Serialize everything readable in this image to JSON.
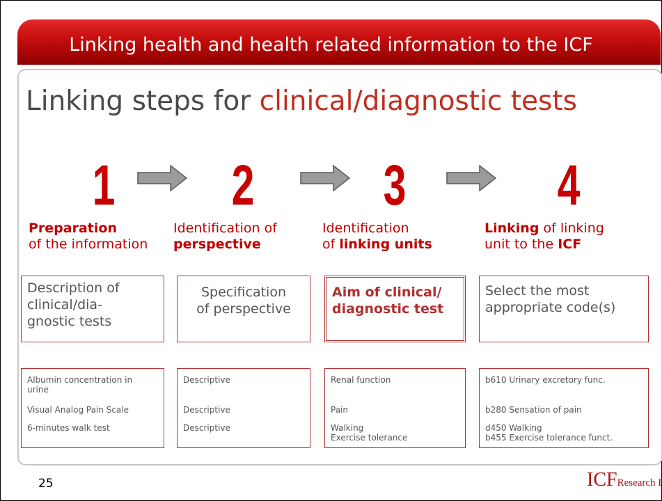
{
  "banner": {
    "title": "Linking health and health related information to the ICF"
  },
  "heading": {
    "prefix": "Linking steps for ",
    "accent": "clinical/diagnostic tests"
  },
  "steps": [
    {
      "number": "1",
      "line1_bold": "Preparation",
      "line2": "of the information"
    },
    {
      "number": "2",
      "line1": "Identification of",
      "line2_bold": "perspective"
    },
    {
      "number": "3",
      "line1": "Identification",
      "line2_pre": "of ",
      "line2_bold": "linking units"
    },
    {
      "number": "4",
      "line1_bold": "Linking",
      "line1_rest": " of linking",
      "line2_pre": "unit to the ",
      "line2_bold": "ICF"
    }
  ],
  "boxes": [
    {
      "lines": [
        "Description of",
        "clinical/dia-",
        "gnostic tests"
      ]
    },
    {
      "lines": [
        "Specification",
        "of perspective"
      ]
    },
    {
      "lines": [
        "Aim of clinical/",
        "diagnostic test"
      ]
    },
    {
      "lines": [
        "Select the most",
        "appropriate code(s)"
      ]
    }
  ],
  "examples": {
    "col1": [
      "Albumin concentration in",
      "urine",
      "Visual Analog Pain Scale",
      "6-minutes walk test"
    ],
    "col2": [
      "Descriptive",
      "Descriptive",
      "Descriptive"
    ],
    "col3": [
      "Renal function",
      "Pain",
      "Walking",
      "Exercise tolerance"
    ],
    "col4": [
      "b610 Urinary excretory func.",
      "b280 Sensation of pain",
      "d450 Walking",
      "b455 Exercise tolerance funct."
    ]
  },
  "footer": {
    "page_number": "25",
    "logo_big": "ICF",
    "logo_small": "Research Branch"
  },
  "colors": {
    "banner": "#c40c0c",
    "accent": "#c12f1f",
    "number": "#c80000",
    "arrow": "#909090"
  }
}
